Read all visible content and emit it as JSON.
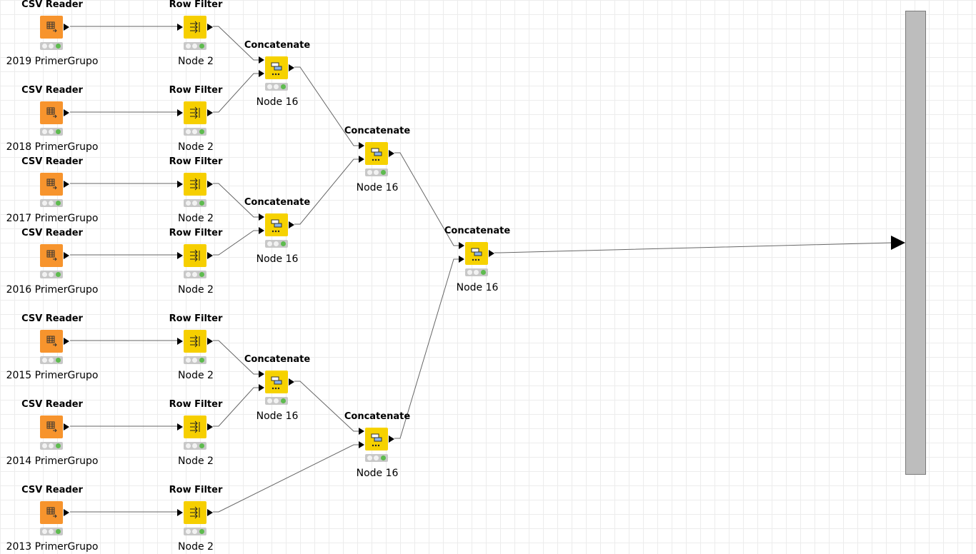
{
  "workflow": {
    "readers": [
      {
        "title": "CSV Reader",
        "label": "2019 PrimerGrupo"
      },
      {
        "title": "CSV Reader",
        "label": "2018 PrimerGrupo"
      },
      {
        "title": "CSV Reader",
        "label": "2017 PrimerGrupo"
      },
      {
        "title": "CSV Reader",
        "label": "2016 PrimerGrupo"
      },
      {
        "title": "CSV Reader",
        "label": "2015 PrimerGrupo"
      },
      {
        "title": "CSV Reader",
        "label": "2014 PrimerGrupo"
      },
      {
        "title": "CSV Reader",
        "label": "2013 PrimerGrupo"
      }
    ],
    "filters": [
      {
        "title": "Row Filter",
        "label": "Node 2"
      },
      {
        "title": "Row Filter",
        "label": "Node 2"
      },
      {
        "title": "Row Filter",
        "label": "Node 2"
      },
      {
        "title": "Row Filter",
        "label": "Node 2"
      },
      {
        "title": "Row Filter",
        "label": "Node 2"
      },
      {
        "title": "Row Filter",
        "label": "Node 2"
      },
      {
        "title": "Row Filter",
        "label": "Node 2"
      }
    ],
    "concats": [
      {
        "title": "Concatenate",
        "label": "Node 16"
      },
      {
        "title": "Concatenate",
        "label": "Node 16"
      },
      {
        "title": "Concatenate",
        "label": "Node 16"
      },
      {
        "title": "Concatenate",
        "label": "Node 16"
      },
      {
        "title": "Concatenate",
        "label": "Node 16"
      },
      {
        "title": "Concatenate",
        "label": "Node 16"
      }
    ]
  },
  "colors": {
    "reader": "#f7942d",
    "filter": "#f6cf00",
    "concat": "#f6d200",
    "status_ok": "#5ebb4f",
    "metanode_bar": "#bdbdbd"
  },
  "icons": {
    "reader": "csv-table-icon",
    "filter": "row-filter-icon",
    "concat": "concatenate-icon"
  }
}
